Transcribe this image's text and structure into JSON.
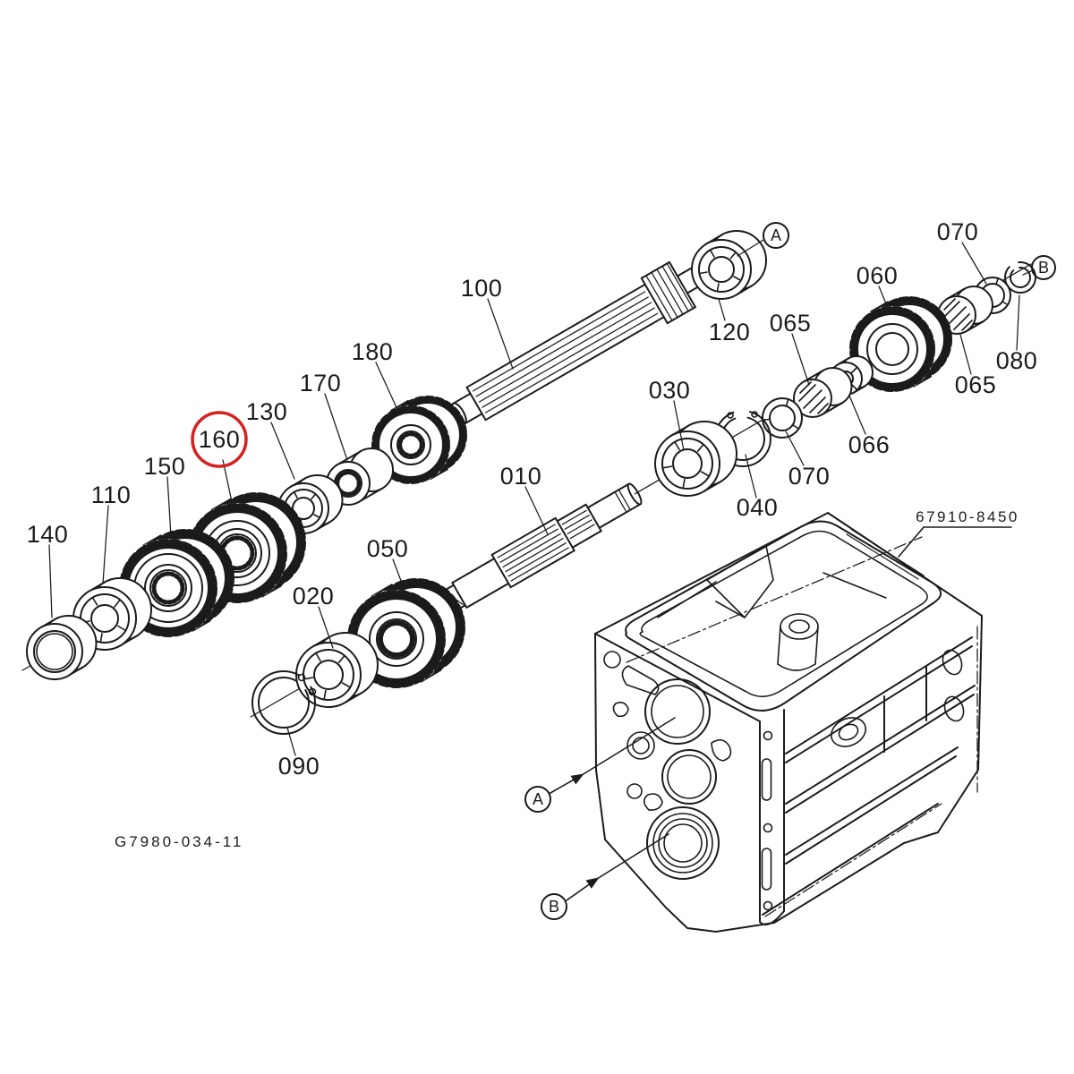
{
  "document": {
    "background": "#ffffff",
    "ink_color": "#1b1b1b",
    "highlight_color": "#d32222",
    "highlighted_label": "160"
  },
  "codes": {
    "housing_part_number": "67910-8450",
    "drawing_number": "G7980-034-11"
  },
  "markers": {
    "a": "A",
    "b": "B"
  },
  "labels": [
    {
      "text": "100"
    },
    {
      "text": "120"
    },
    {
      "text": "070"
    },
    {
      "text": "060"
    },
    {
      "text": "065"
    },
    {
      "text": "065"
    },
    {
      "text": "066"
    },
    {
      "text": "080"
    },
    {
      "text": "030"
    },
    {
      "text": "040"
    },
    {
      "text": "070"
    },
    {
      "text": "010"
    },
    {
      "text": "050"
    },
    {
      "text": "020"
    },
    {
      "text": "090"
    },
    {
      "text": "180"
    },
    {
      "text": "170"
    },
    {
      "text": "130"
    },
    {
      "text": "160"
    },
    {
      "text": "150"
    },
    {
      "text": "110"
    },
    {
      "text": "140"
    }
  ]
}
